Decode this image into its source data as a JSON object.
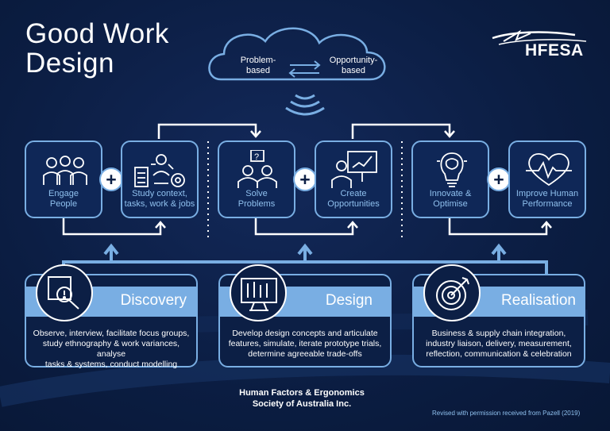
{
  "title": {
    "line1": "Good Work",
    "line2": "Design"
  },
  "logo": {
    "text": "HFESA"
  },
  "cloud": {
    "left": "Problem-\nbased",
    "right": "Opportunity-\nbased"
  },
  "steps": [
    {
      "label": "Engage\nPeople",
      "icon": "people-group-icon"
    },
    {
      "label": "Study context,\ntasks, work & jobs",
      "icon": "study-context-icon"
    },
    {
      "label": "Solve\nProblems",
      "icon": "solve-problems-icon"
    },
    {
      "label": "Create\nOpportunities",
      "icon": "presentation-icon"
    },
    {
      "label": "Innovate &\nOptimise",
      "icon": "lightbulb-brain-icon"
    },
    {
      "label": "Improve Human\nPerformance",
      "icon": "heart-pulse-icon"
    }
  ],
  "phases": [
    {
      "title": "Discovery",
      "icon": "magnifier-icon",
      "desc": "Observe, interview, facilitate focus groups,\nstudy ethnography & work variances, analyse\ntasks & systems, conduct modelling"
    },
    {
      "title": "Design",
      "icon": "design-tools-icon",
      "desc": "Develop design concepts and articulate\nfeatures, simulate, iterate prototype trials,\ndetermine agreeable trade-offs"
    },
    {
      "title": "Realisation",
      "icon": "target-icon",
      "desc": "Business & supply chain integration,\nindustry liaison, delivery, measurement,\nreflection, communication & celebration"
    }
  ],
  "footer": {
    "org": "Human Factors & Ergonomics\nSociety of Australia Inc.",
    "credit": "Revised with permission received from Pazell (2019)"
  },
  "colors": {
    "background": "#0c1f45",
    "accent": "#79aee3",
    "text": "#ffffff"
  }
}
